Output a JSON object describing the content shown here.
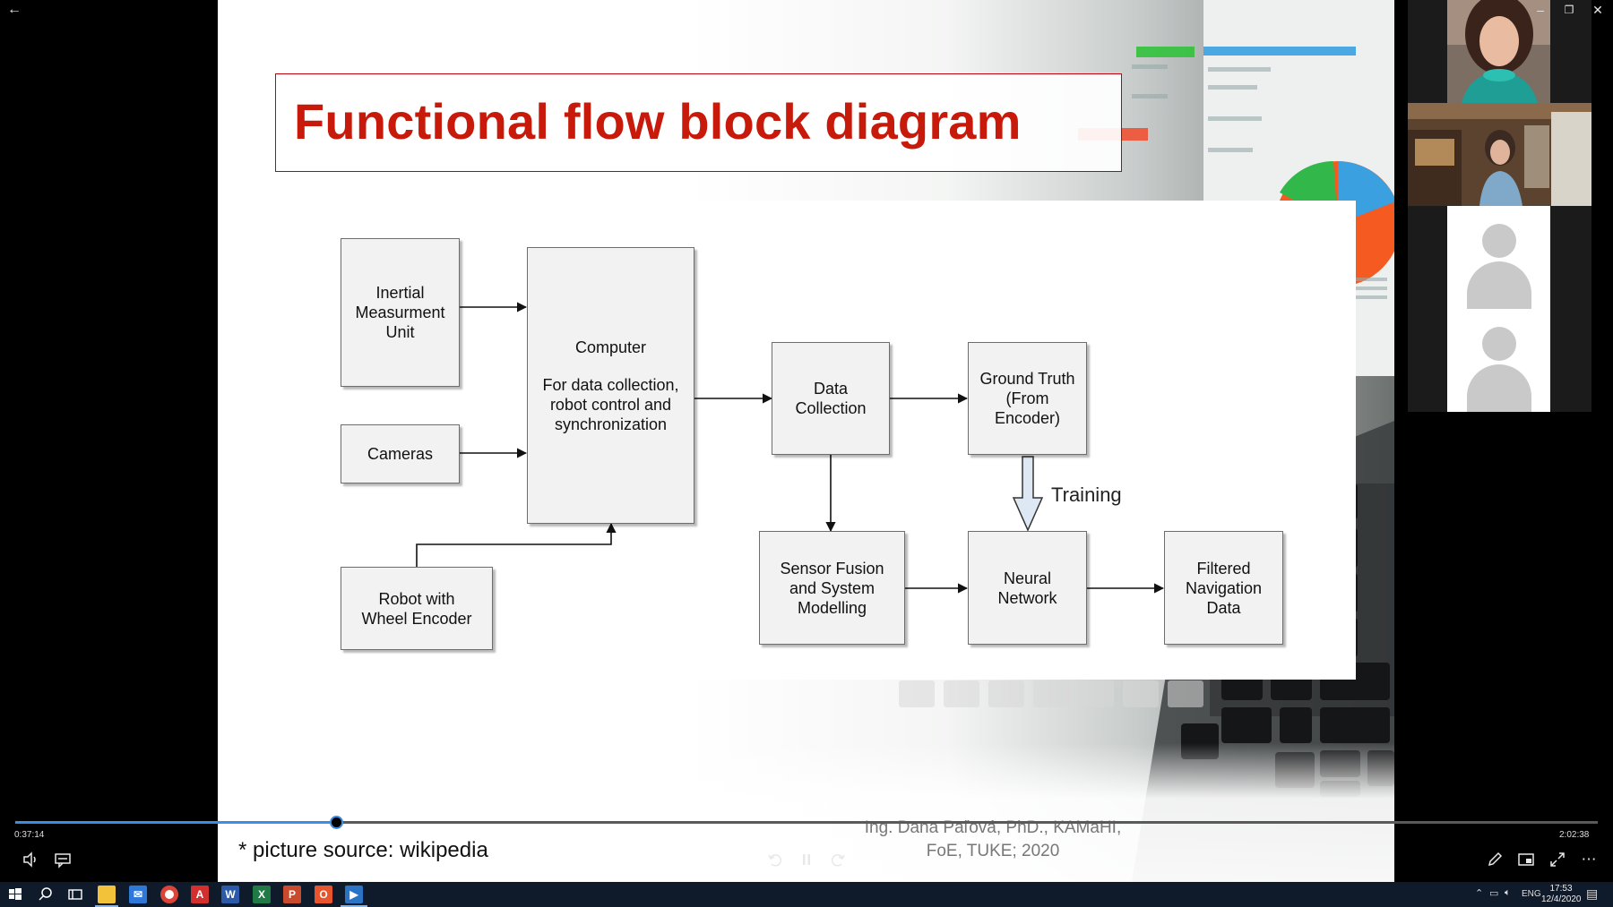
{
  "slide": {
    "title": "Functional flow block diagram",
    "footer_source": "* picture source: wikipedia",
    "footer_author": "Ing. Dana Paľová, PhD., KAMaHI, FoE, TUKE; 2020"
  },
  "diagram": {
    "blocks": {
      "imu": "Inertial\nMeasurment\nUnit",
      "cameras": "Cameras",
      "robot": "Robot with\nWheel Encoder",
      "computer_title": "Computer",
      "computer_desc": "For data collection,\nrobot control and\nsynchronization",
      "data_collection": "Data\nCollection",
      "ground_truth": "Ground Truth\n(From\nEncoder)",
      "sensor_fusion": "Sensor Fusion\nand System\nModelling",
      "neural_network": "Neural\nNetwork",
      "filtered_nav": "Filtered\nNavigation\nData"
    },
    "training_label": "Training"
  },
  "player": {
    "current_time": "0:37:14",
    "total_time": "2:02:38",
    "progress_percent": 20.3
  },
  "taskbar": {
    "lang": "ENG",
    "time": "17:53",
    "date": "12/4/2020"
  },
  "colors": {
    "title_red": "#c81a0b",
    "progress_blue": "#3a8ee6",
    "taskbar_bg": "#0f1a2a"
  }
}
